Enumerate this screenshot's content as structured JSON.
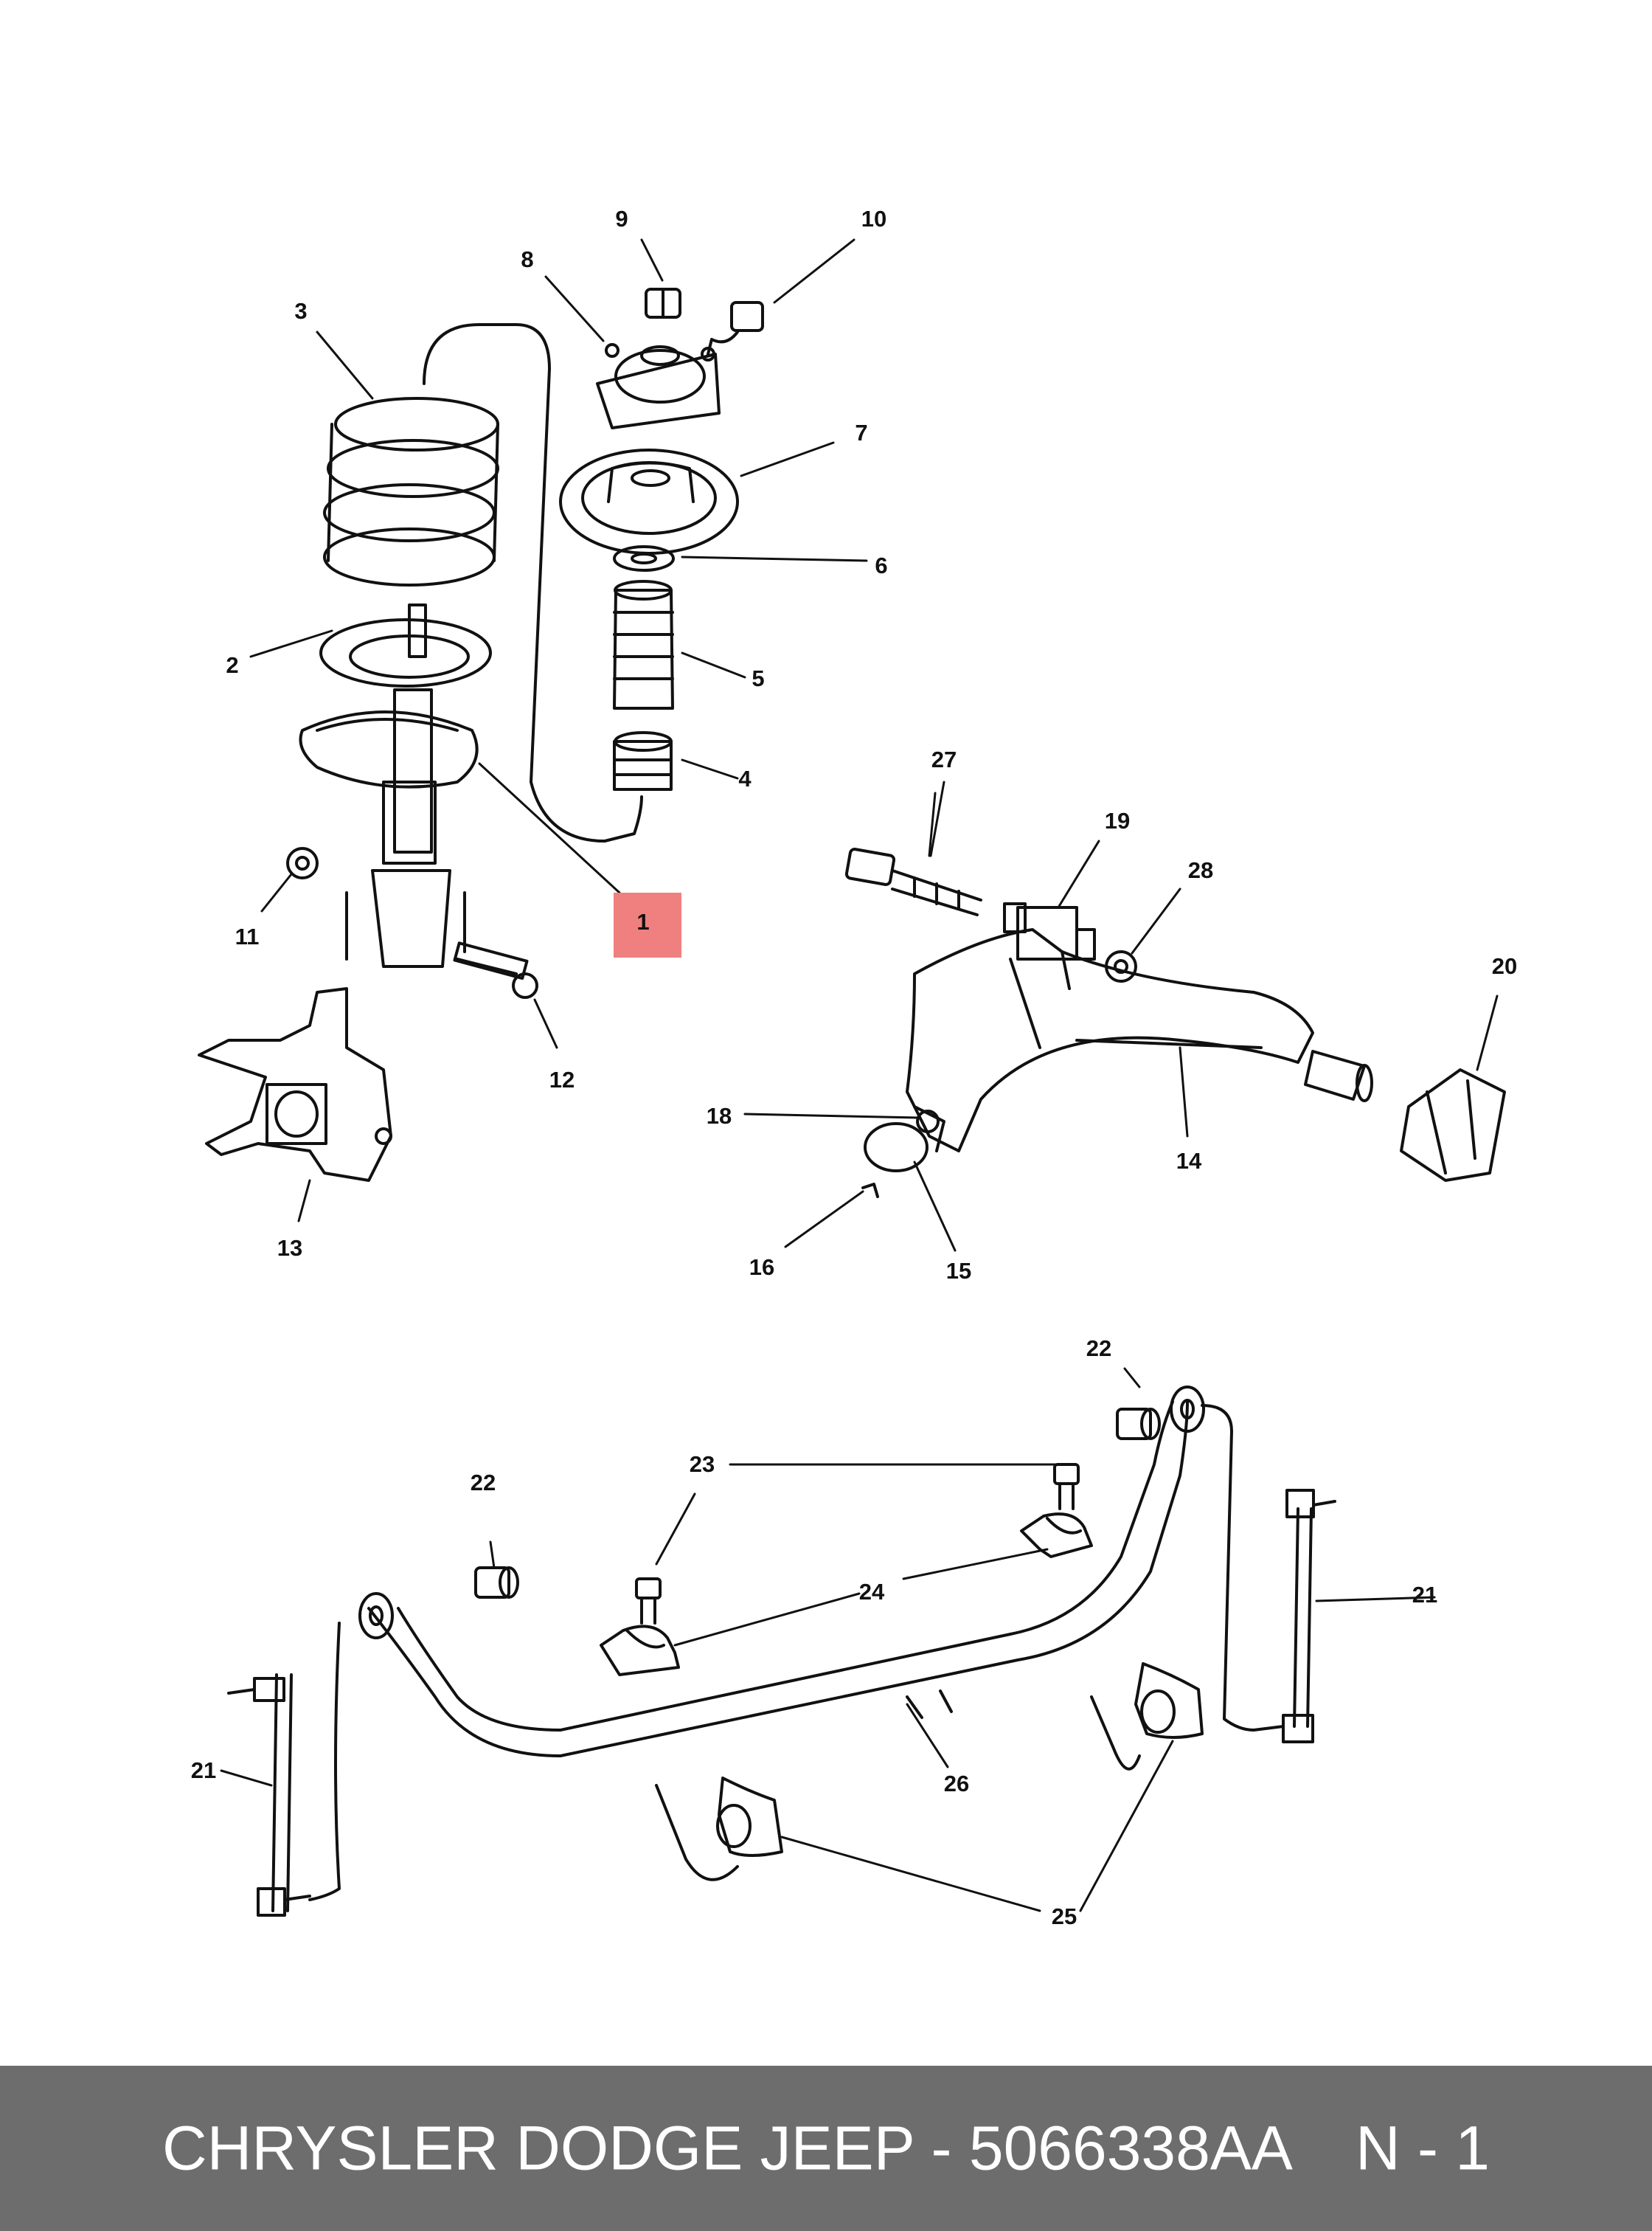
{
  "diagram": {
    "callouts": [
      "1",
      "2",
      "3",
      "4",
      "5",
      "6",
      "7",
      "8",
      "9",
      "10",
      "11",
      "12",
      "13",
      "14",
      "15",
      "16",
      "18",
      "19",
      "20",
      "21",
      "21",
      "22",
      "22",
      "23",
      "24",
      "25",
      "26",
      "27",
      "28"
    ],
    "highlight_color": "#f08080"
  },
  "footer": {
    "title": "CHRYSLER DODGE JEEP - 5066338AA",
    "ref": "N - 1"
  }
}
